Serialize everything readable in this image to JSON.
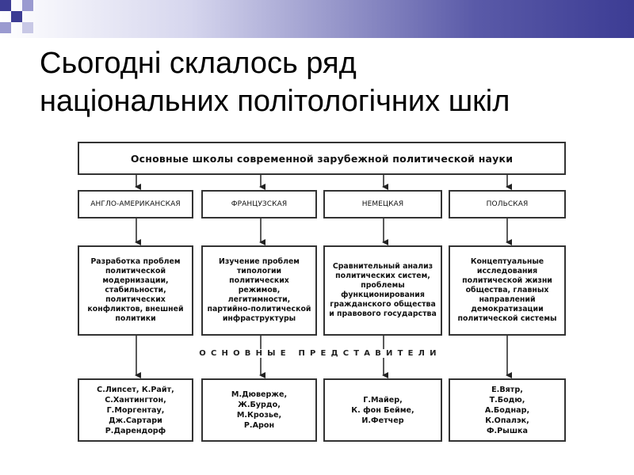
{
  "slide": {
    "title_line1": "Сьогодні склалось ряд",
    "title_line2": "національних політологічних шкіл"
  },
  "diagram": {
    "main_title": "Основные школы современной зарубежной политической науки",
    "representatives_label": "ОСНОВНЫЕ ПРЕДСТАВИТЕЛИ",
    "schools": [
      {
        "name": "АНГЛО-АМЕРИКАНСКАЯ",
        "description": "Разработка проблем\nполитической\nмодернизации,\nстабильности,\nполитических\nконфликтов, внешней\nполитики",
        "representatives": "С.Липсет, К.Райт,\nС.Хантингтон,\nГ.Моргентау,\nДж.Сартари\nР.Дарендорф"
      },
      {
        "name": "ФРАНЦУЗСКАЯ",
        "description": "Изучение проблем\nтипологии политических\nрежимов, легитимности,\nпартийно-политической\nинфраструктуры",
        "representatives": "М.Дюверже,\nЖ.Бурдо,\nМ.Крозье,\nР.Арон"
      },
      {
        "name": "НЕМЕЦКАЯ",
        "description": "Сравнительный анализ\nполитических систем,\nпроблемы\nфункционирования\nгражданского общества\nи правового государства",
        "representatives": "Г.Майер,\nК. фон Бейме,\nИ.Фетчер"
      },
      {
        "name": "ПОЛЬСКАЯ",
        "description": "Концептуальные\nисследования\nполитической жизни\nобщества, главных\nнаправлений\nдемократизации\nполитической системы",
        "representatives": "Е.Вятр,\nТ.Бодю,\nА.Боднар,\nК.Опалэк,\nФ.Рышка"
      }
    ]
  },
  "colors": {
    "deco_dark": "#3c3c94",
    "deco_light": "#d6d6ee"
  }
}
